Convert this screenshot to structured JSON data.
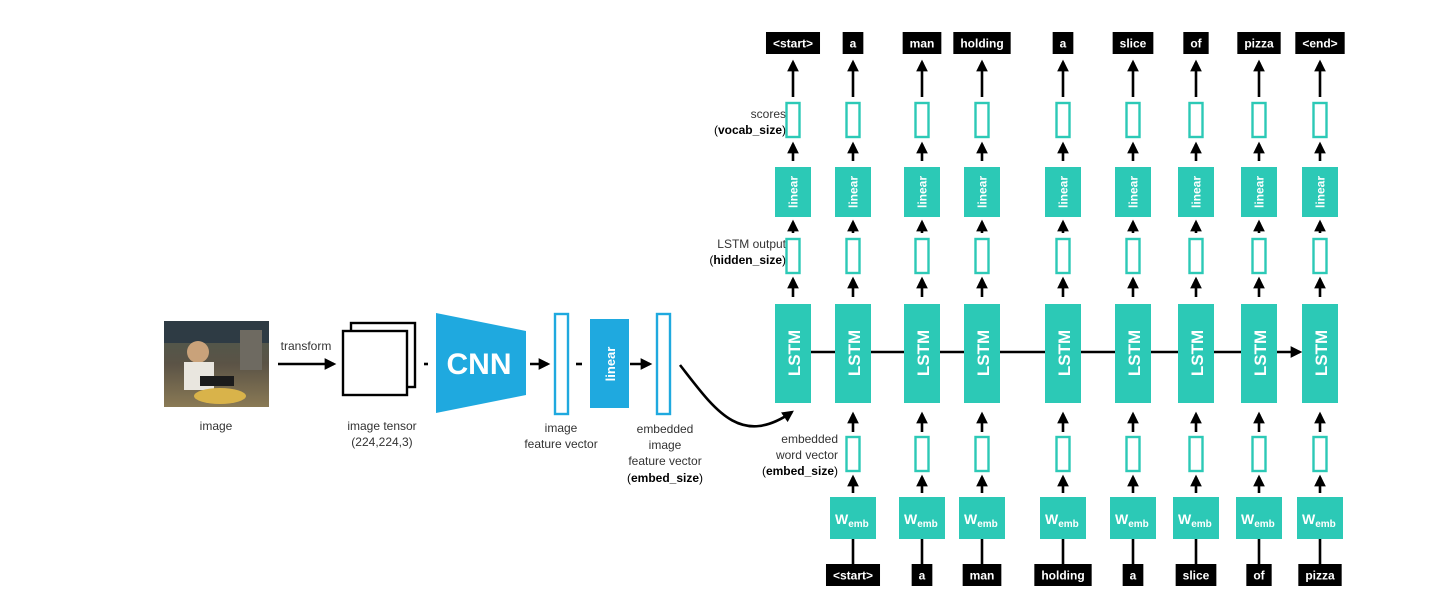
{
  "labels": {
    "transform": "transform",
    "image": "image",
    "image_tensor": "image tensor",
    "image_tensor_shape": "(224,224,3)",
    "cnn": "CNN",
    "linear": "linear",
    "image_feature_vector_1": "image",
    "image_feature_vector_2": "feature vector",
    "embedded_1": "embedded",
    "embedded_2": "image",
    "embedded_3": "feature vector",
    "embedded_size": "embed_size",
    "scores": "scores",
    "vocab_size": "vocab_size",
    "lstm_output": "LSTM output",
    "hidden_size": "hidden_size",
    "embedded_word_1": "embedded",
    "embedded_word_2": "word vector",
    "embed_size": "embed_size",
    "lstm": "LSTM",
    "w": "W",
    "emb": "emb"
  },
  "output_tokens": [
    "<start>",
    "a",
    "man",
    "holding",
    "a",
    "slice",
    "of",
    "pizza",
    "<end>"
  ],
  "input_tokens": [
    "",
    "<start>",
    "a",
    "man",
    "holding",
    "a",
    "slice",
    "of",
    "pizza"
  ],
  "colors": {
    "teal": "#2cc9b6",
    "blue": "#1fa9df",
    "black": "#000000",
    "photo_bg": "#3a3f36"
  }
}
